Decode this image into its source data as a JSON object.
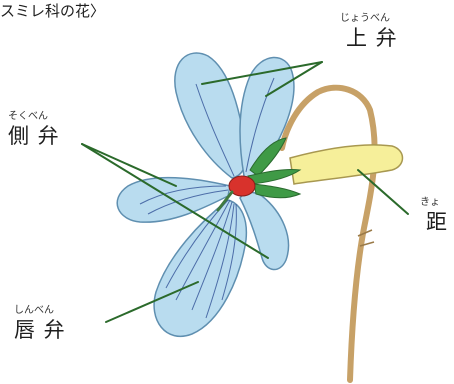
{
  "title": "スミレ科の花〉",
  "labels": {
    "upper_petal": {
      "reading": "じょうべん",
      "text": "上 弁"
    },
    "side_petal": {
      "reading": "そくべん",
      "text": "側 弁"
    },
    "spur": {
      "reading": "きょ",
      "text": "距"
    },
    "lip_petal": {
      "reading": "しんべん",
      "text": "唇 弁"
    }
  },
  "colors": {
    "petal_fill": "#b9dcef",
    "petal_edge": "#5f8fb0",
    "vein": "#3a5a9c",
    "center": "#d8322c",
    "sepal": "#3f9a46",
    "spur_fill": "#f6ef9a",
    "stem": "#c7a167",
    "leader": "#2b6a2b"
  }
}
